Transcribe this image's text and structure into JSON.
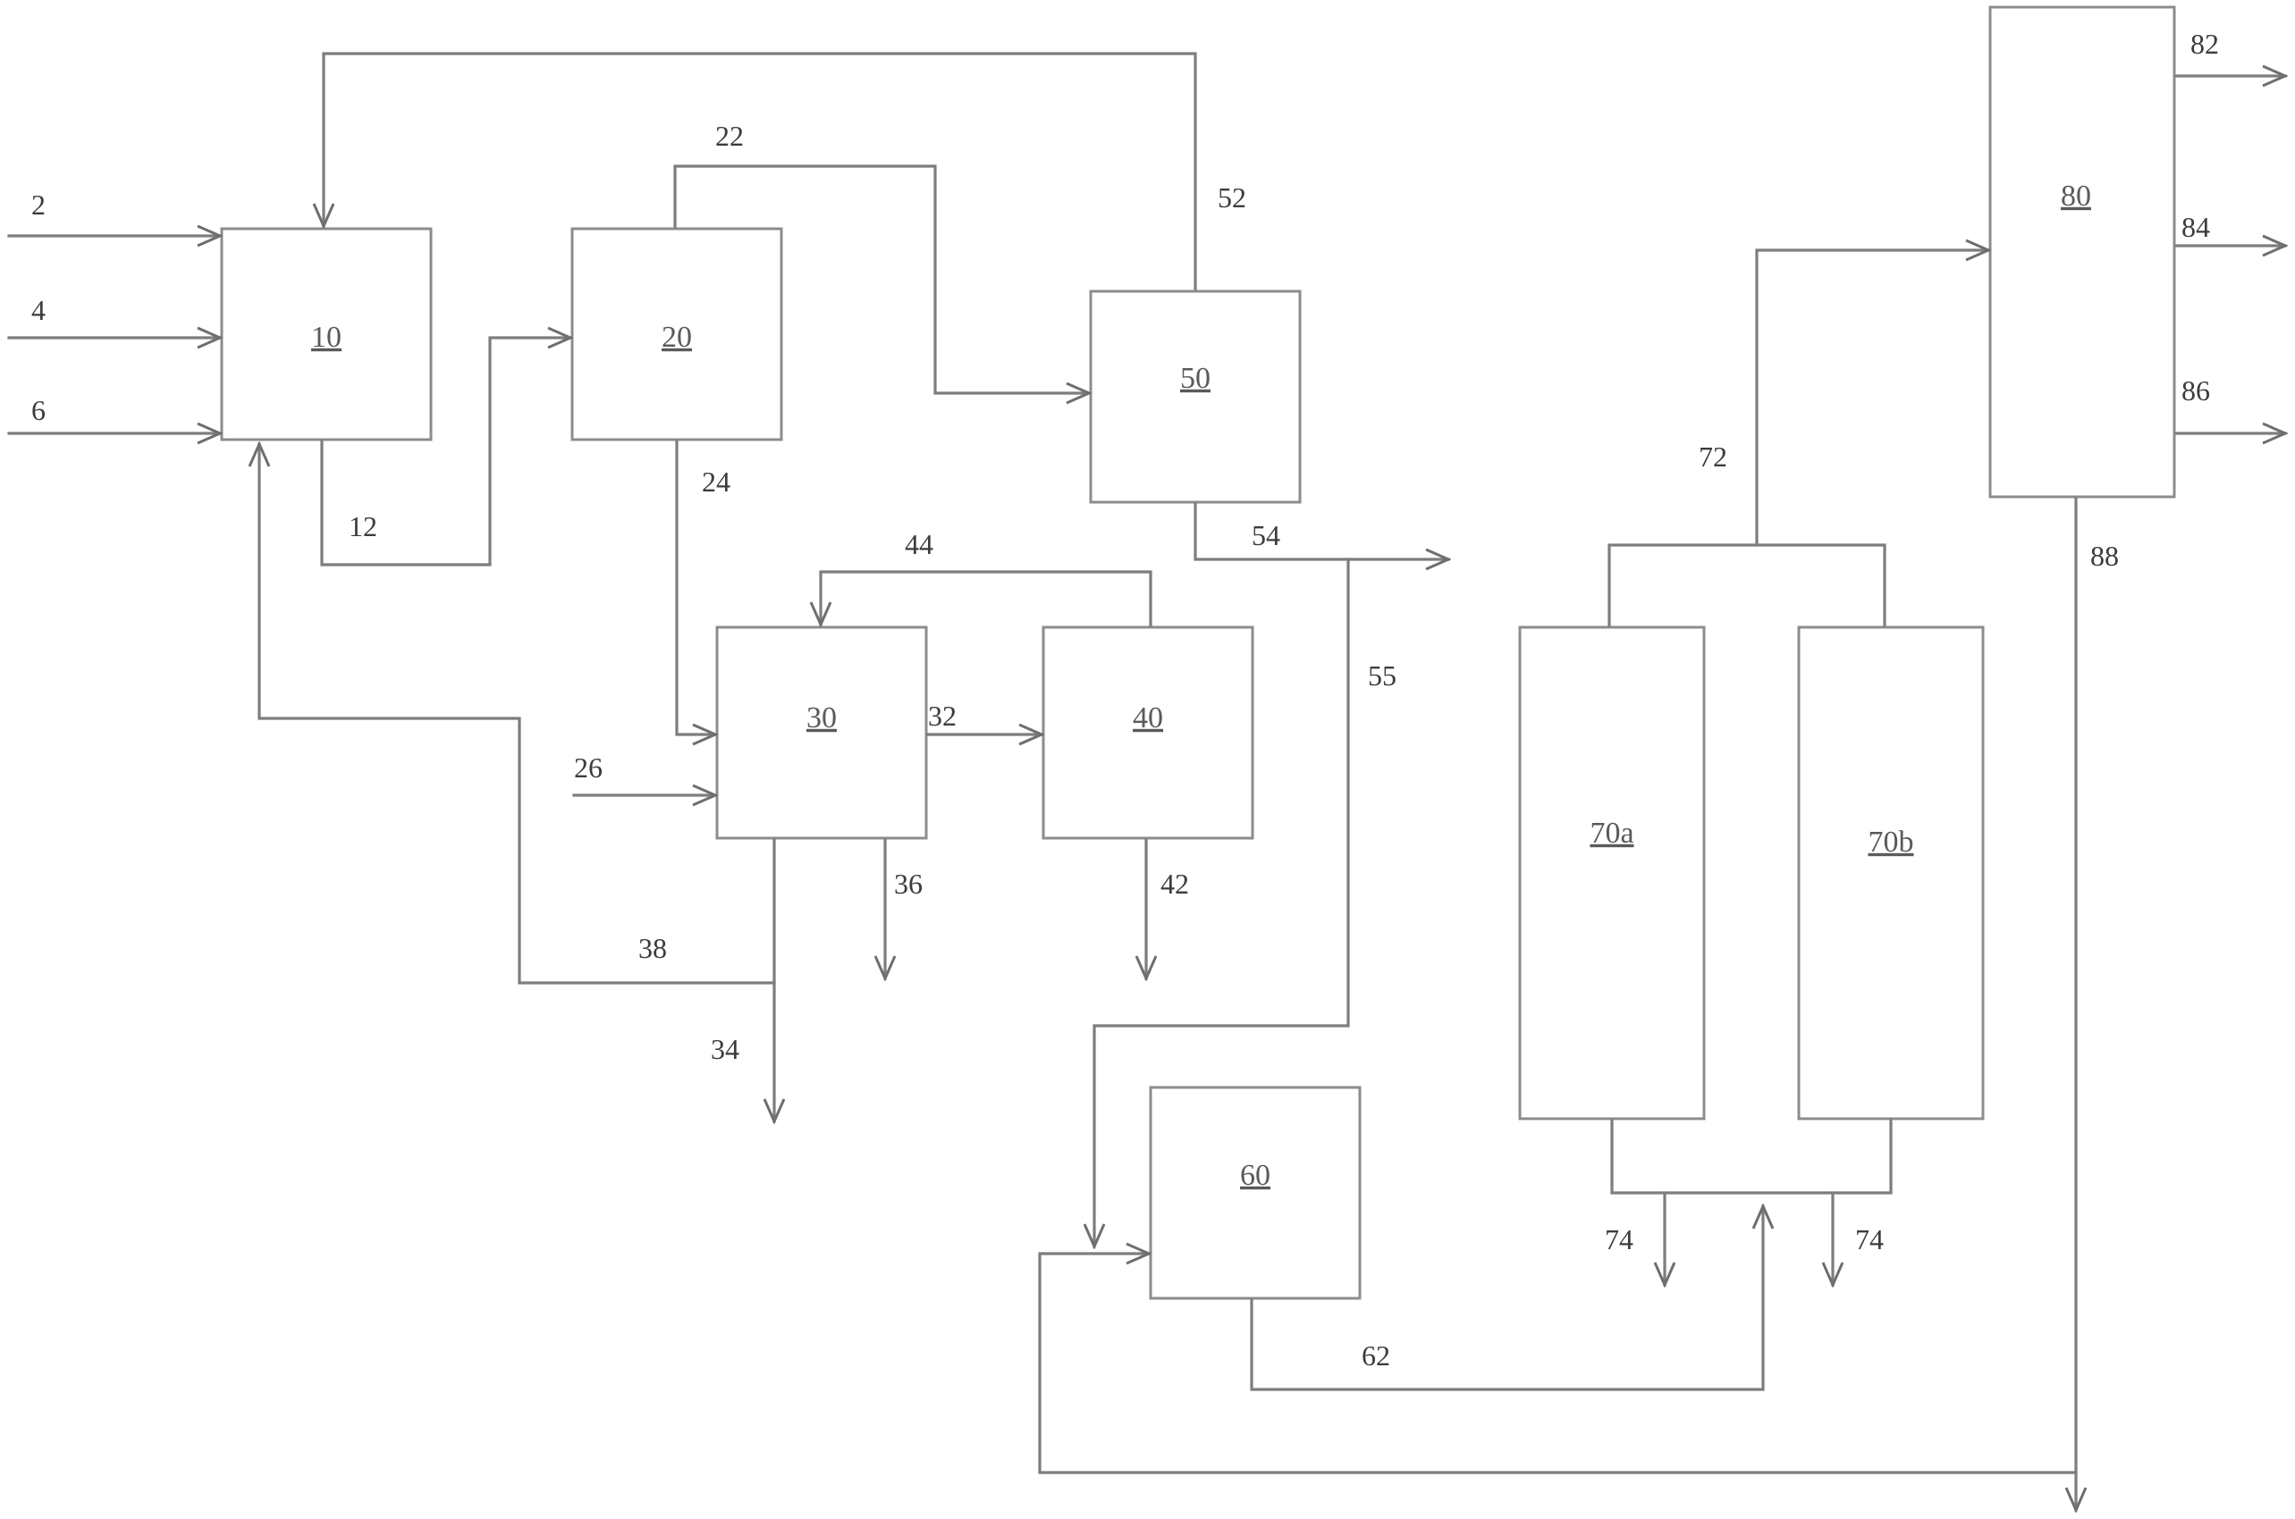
{
  "units": {
    "u10": "10",
    "u20": "20",
    "u30": "30",
    "u40": "40",
    "u50": "50",
    "u60": "60",
    "u70a": "70a",
    "u70b": "70b",
    "u80": "80"
  },
  "streams": {
    "s2": "2",
    "s4": "4",
    "s6": "6",
    "s12": "12",
    "s22": "22",
    "s24": "24",
    "s26": "26",
    "s32": "32",
    "s34": "34",
    "s36": "36",
    "s38": "38",
    "s42": "42",
    "s44": "44",
    "s52": "52",
    "s54": "54",
    "s55": "55",
    "s62": "62",
    "s72": "72",
    "s74a": "74",
    "s74b": "74",
    "s82": "82",
    "s84": "84",
    "s86": "86",
    "s88": "88"
  },
  "colors": {
    "line": "#7d7d7d",
    "box_border": "#8c8c8c",
    "text": "#3c3c3c",
    "background": "#ffffff"
  }
}
